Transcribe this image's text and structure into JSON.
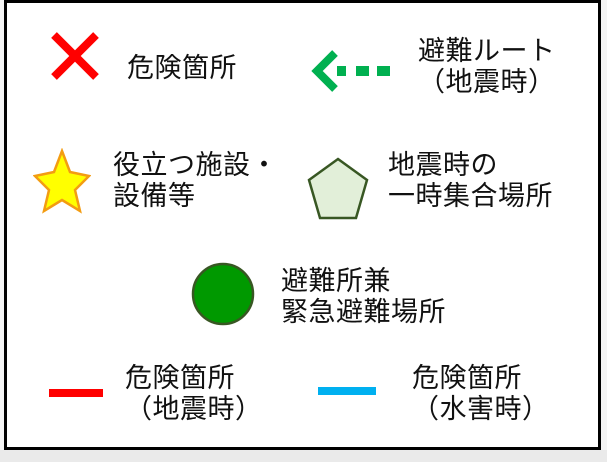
{
  "legend": {
    "items": [
      {
        "icon": "cross-icon",
        "color": "#ff0000",
        "lines": [
          "危険箇所"
        ]
      },
      {
        "icon": "dashed-arrow-icon",
        "color": "#00b050",
        "lines": [
          "避難ルート",
          "（地震時）"
        ]
      },
      {
        "icon": "star-icon",
        "color": "#ffff00",
        "lines": [
          "役立つ施設・",
          "設備等"
        ]
      },
      {
        "icon": "pentagon-icon",
        "color": "#e2efd9",
        "lines": [
          "地震時の",
          "一時集合場所"
        ]
      },
      {
        "icon": "green-circle-icon",
        "color": "#009900",
        "lines": [
          "避難所兼",
          "緊急避難場所"
        ]
      },
      {
        "icon": "red-line-icon",
        "color": "#ff0000",
        "lines": [
          "危険箇所",
          "（地震時）"
        ]
      },
      {
        "icon": "blue-line-icon",
        "color": "#00b0f0",
        "lines": [
          "危険箇所",
          "（水害時）"
        ]
      }
    ]
  }
}
